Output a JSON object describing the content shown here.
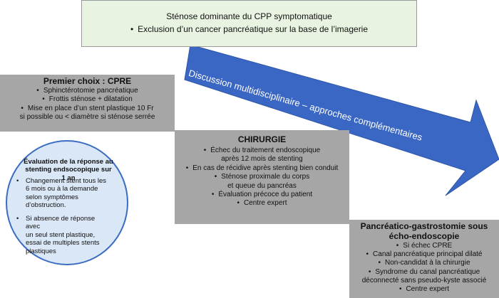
{
  "top": {
    "line1": "Sténose dominante du CPP symptomatique",
    "bullet": "•",
    "line2": "Exclusion d’un cancer pancréatique sur la base de l’imagerie"
  },
  "arrow": {
    "label": "Discussion multidisciplinaire – approches complémentaires",
    "color": "#3a66c4"
  },
  "cpre": {
    "title": "Premier choix : CPRE",
    "items": [
      "Sphinctérotomie pancréatique",
      "Frottis sténose + dilatation",
      "Mise en place d’un stent plastique 10 Fr",
      "si possible ou < diamètre si sténose serrée"
    ]
  },
  "evaluation": {
    "title_line1": "Évaluation de la réponse au",
    "title_line2": "stenting endsocopique sur 1 an",
    "item1": [
      "Changement stent tous les",
      "6 mois ou à la demande",
      "selon symptômes",
      "d’obstruction."
    ],
    "item2": [
      "Si absence de réponse avec",
      "un seul stent plastique,",
      "essai de multiples stents",
      "plastiques"
    ]
  },
  "chirurgie": {
    "title": "CHIRURGIE",
    "items": [
      "Échec du traitement endoscopique",
      "après 12 mois de stenting",
      "En cas de récidive après stenting bien conduit",
      "Sténose proximale du corps",
      "et queue du pancréas",
      "Évaluation précoce du patient",
      "Centre expert"
    ]
  },
  "peg": {
    "title_line1": "Pancréatico-gastrostomie sous",
    "title_line2": "écho-endoscopie",
    "items": [
      "Si échec CPRE",
      "Canal pancréatique principal dilaté",
      "Non-candidat à la chirurgie",
      "Syndrome du canal pancréatique",
      "déconnecté sans pseudo-kyste associé",
      "Centre expert"
    ]
  },
  "colors": {
    "gray_box": "#a6a6a6",
    "green_box": "#e9f3e1",
    "ellipse_fill": "#dae7f6",
    "ellipse_border": "#3a6cc2"
  }
}
